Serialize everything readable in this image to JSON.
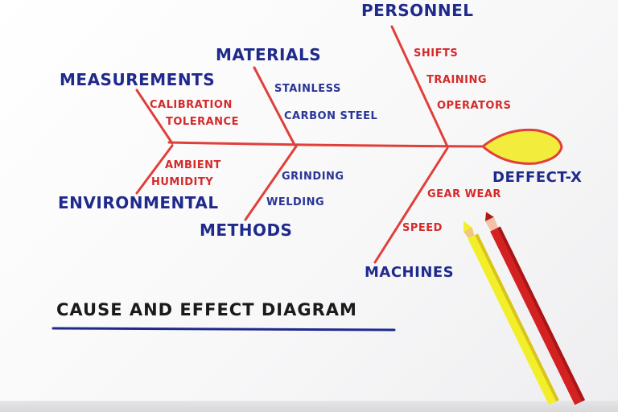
{
  "title": "CAUSE AND EFFECT DIAGRAM",
  "effect": "DEFFECT-X",
  "categories": {
    "personnel": "PERSONNEL",
    "materials": "MATERIALS",
    "measurements": "MEASUREMENTS",
    "environmental": "ENVIRONMENTAL",
    "methods": "METHODS",
    "machines": "MACHINES"
  },
  "causes": {
    "personnel": [
      "SHIFTS",
      "TRAINING",
      "OPERATORS"
    ],
    "materials": [
      "STAINLESS",
      "CARBON STEEL"
    ],
    "measurements": [
      "CALIBRATION",
      "TOLERANCE"
    ],
    "environmental": [
      "AMBIENT",
      "HUMIDITY"
    ],
    "methods": [
      "GRINDING",
      "WELDING"
    ],
    "machines": [
      "GEAR WEAR",
      "SPEED"
    ]
  },
  "colors": {
    "bone": "#e0403a",
    "category_text": "#1f2a8c",
    "cause_text": "#d42a2a",
    "head_fill": "#f2ec3c",
    "title_underline": "#1f2a8c",
    "pencil_yellow": "#f2ef2a",
    "pencil_red": "#d42222"
  }
}
